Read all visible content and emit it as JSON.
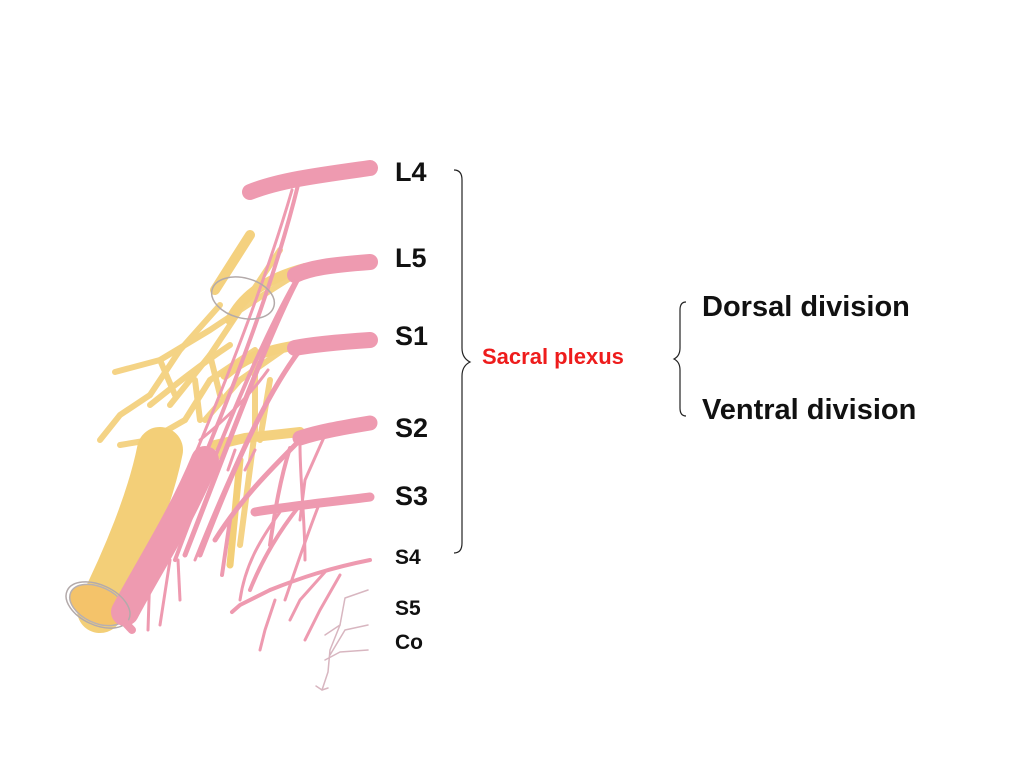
{
  "roots": {
    "l4": "L4",
    "l5": "L5",
    "s1": "S1",
    "s2": "S2",
    "s3": "S3",
    "s4": "S4",
    "s5": "S5",
    "co": "Co"
  },
  "plexus_label": "Sacral plexus",
  "divisions": {
    "dorsal": "Dorsal division",
    "ventral": "Ventral division"
  },
  "colors": {
    "label_accent": "#ee1c1c",
    "ventral_nerve": "#ef9bb1",
    "dorsal_nerve": "#f6d58a",
    "outline": "#b9a8ad"
  }
}
